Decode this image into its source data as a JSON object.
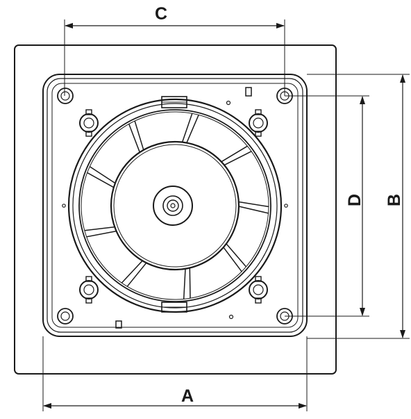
{
  "dimensions": {
    "a": "A",
    "b": "B",
    "c": "C",
    "d": "D"
  },
  "colors": {
    "stroke": "#1a1a1a",
    "background": "#ffffff"
  }
}
